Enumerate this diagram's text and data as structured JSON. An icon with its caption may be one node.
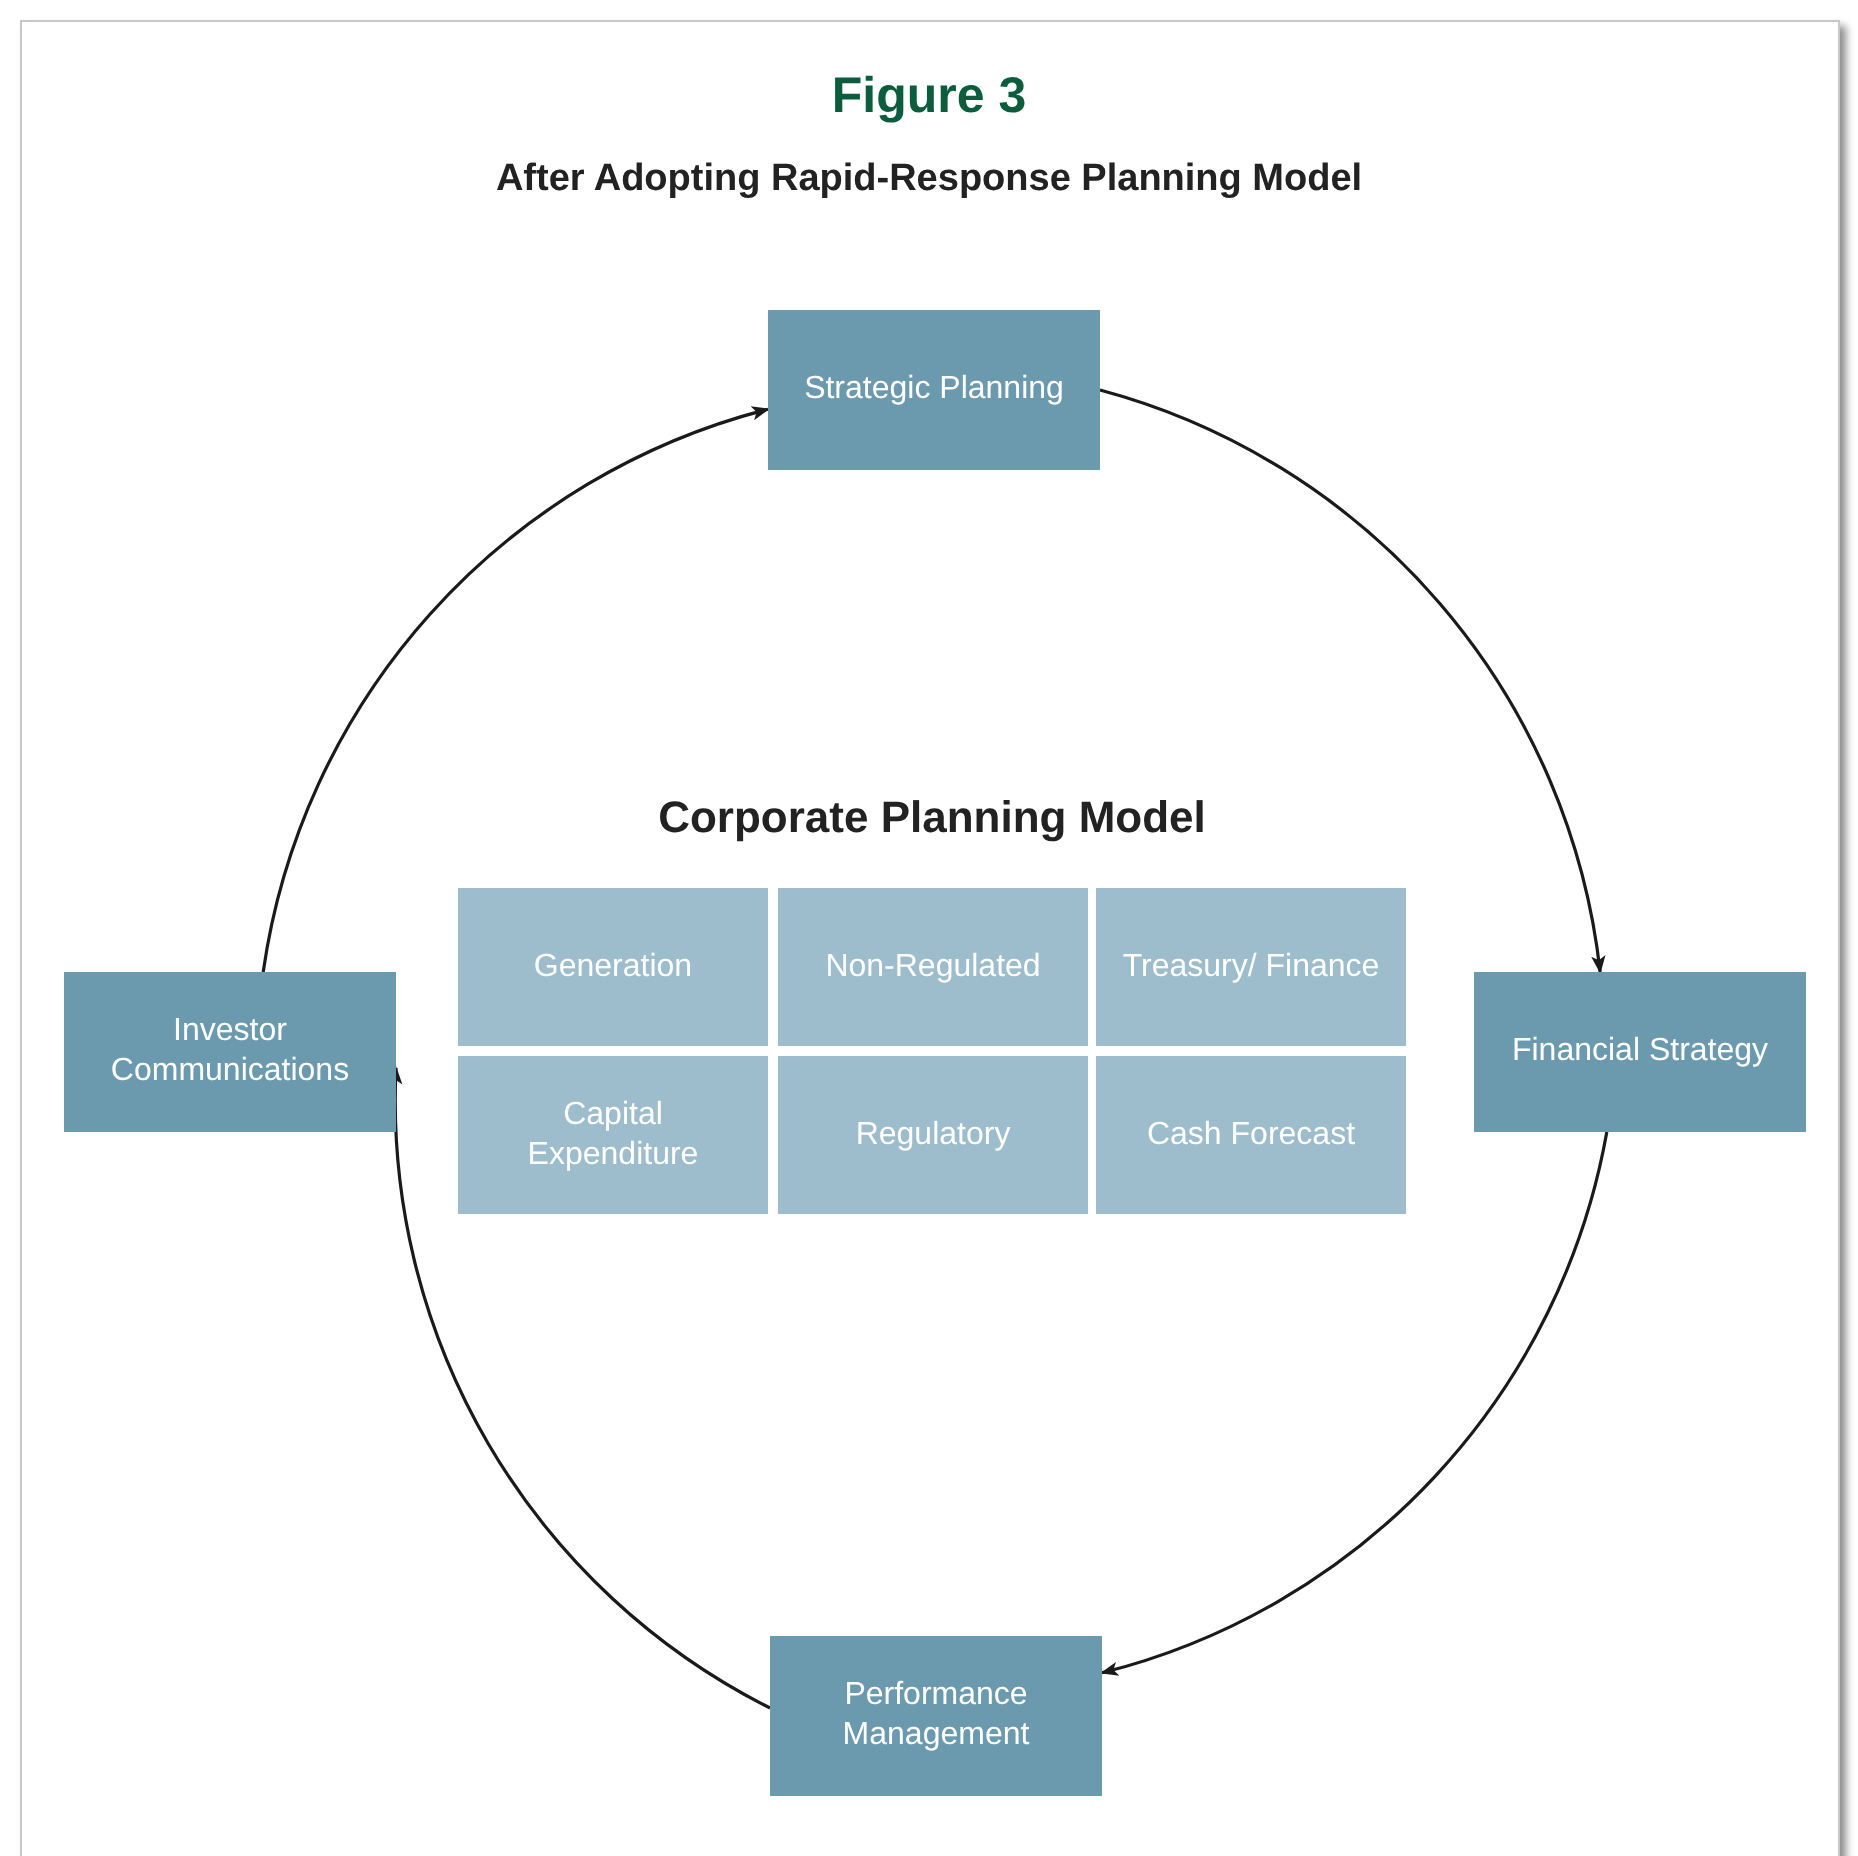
{
  "diagram": {
    "title": "Figure 3",
    "nodes": [
      {
        "text": [
          "Strategic Planning"
        ]
      },
      {
        "text": [
          "Financial Strategy"
        ]
      },
      {
        "text": [
          "Performance Management"
        ]
      },
      {
        "text": [
          "Investor Communications"
        ]
      },
      {
        "text": [
          "Generation"
        ]
      },
      {
        "text": [
          "Non-Regulated"
        ]
      },
      {
        "text": [
          "Treasury/ Finance"
        ]
      },
      {
        "text": [
          "Capital Expenditure"
        ]
      },
      {
        "text": [
          "Regulatory"
        ]
      },
      {
        "text": [
          "Cash Forecast"
        ]
      }
    ],
    "edges": [
      {
        "from": 0,
        "to": 1,
        "arrow": "to"
      },
      {
        "from": 1,
        "to": 2,
        "arrow": "to"
      },
      {
        "from": 2,
        "to": 3,
        "arrow": "to"
      },
      {
        "from": 3,
        "to": 0,
        "arrow": "to"
      }
    ],
    "labels": [
      "After Adopting Rapid-Response Planning Model",
      "Corporate Planning Model"
    ]
  }
}
